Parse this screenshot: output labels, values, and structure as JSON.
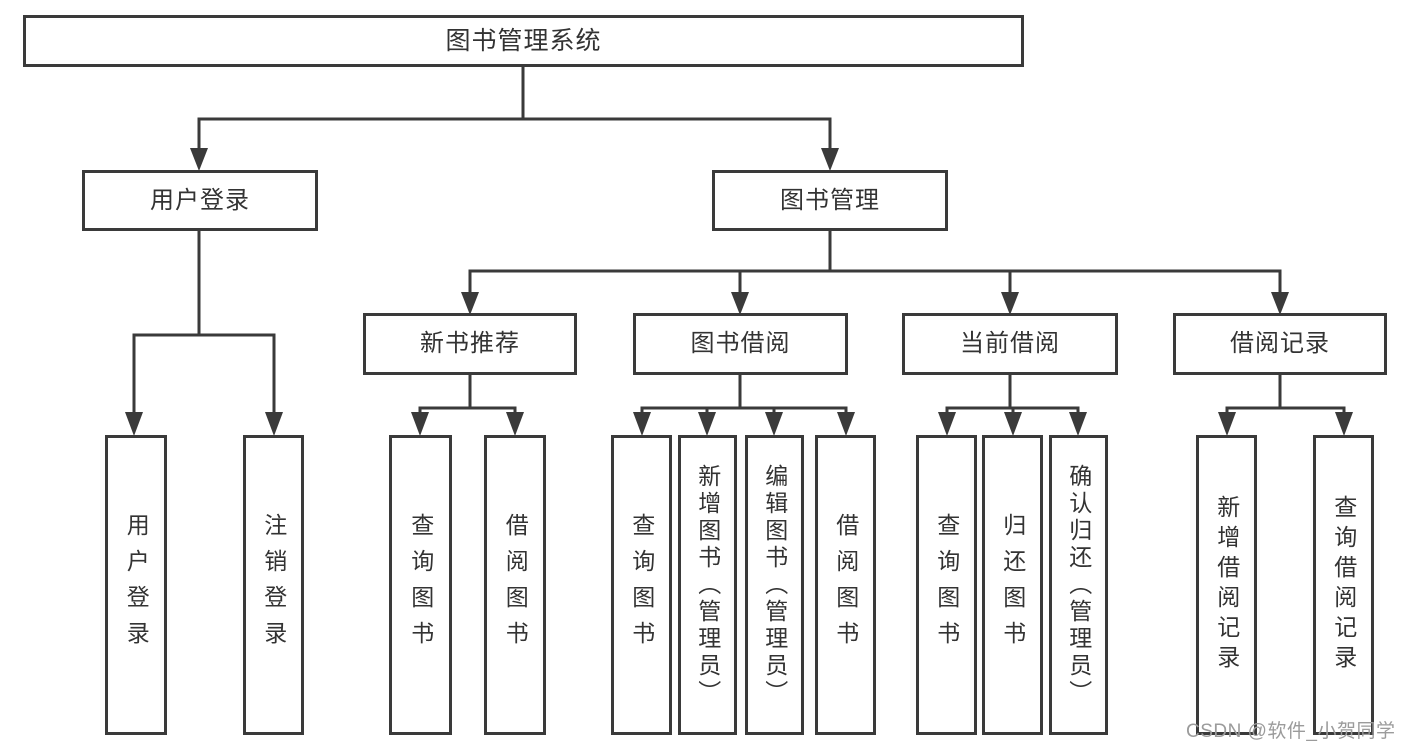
{
  "diagram": {
    "type": "hierarchy-tree",
    "colors": {
      "line": "#3a3a3a",
      "box_border": "#3a3a3a",
      "box_fill": "#ffffff",
      "text": "#333333",
      "watermark": "#9b9b9b",
      "background": "#ffffff"
    },
    "nodes": {
      "root": {
        "label": "图书管理系统"
      },
      "level2": [
        {
          "id": "user-login",
          "label": "用户登录"
        },
        {
          "id": "book-management",
          "label": "图书管理"
        }
      ],
      "level3": [
        {
          "id": "new-book-recommendation",
          "label": "新书推荐",
          "parent": "图书管理"
        },
        {
          "id": "book-borrowing",
          "label": "图书借阅",
          "parent": "图书管理"
        },
        {
          "id": "current-borrowing",
          "label": "当前借阅",
          "parent": "图书管理"
        },
        {
          "id": "borrowing-records",
          "label": "借阅记录",
          "parent": "图书管理"
        }
      ],
      "leaves": [
        {
          "id": "leaf-user-login",
          "label": "用户登录",
          "parent": "用户登录"
        },
        {
          "id": "leaf-logout",
          "label": "注销登录",
          "parent": "用户登录"
        },
        {
          "id": "leaf-query-books-recommend",
          "label": "查询图书",
          "parent": "新书推荐"
        },
        {
          "id": "leaf-borrow-books-recommend",
          "label": "借阅图书",
          "parent": "新书推荐"
        },
        {
          "id": "leaf-query-books-borrowing",
          "label": "查询图书",
          "parent": "图书借阅"
        },
        {
          "id": "leaf-add-books-admin",
          "label": "新增图书（管理员）",
          "parent": "图书借阅"
        },
        {
          "id": "leaf-edit-books-admin",
          "label": "编辑图书（管理员）",
          "parent": "图书借阅"
        },
        {
          "id": "leaf-borrow-books-borrowing",
          "label": "借阅图书",
          "parent": "图书借阅"
        },
        {
          "id": "leaf-query-books-current",
          "label": "查询图书",
          "parent": "当前借阅"
        },
        {
          "id": "leaf-return-books",
          "label": "归还图书",
          "parent": "当前借阅"
        },
        {
          "id": "leaf-confirm-return-admin",
          "label": "确认归还（管理员）",
          "parent": "当前借阅"
        },
        {
          "id": "leaf-add-borrow-record",
          "label": "新增借阅记录",
          "parent": "借阅记录"
        },
        {
          "id": "leaf-query-borrow-record",
          "label": "查询借阅记录",
          "parent": "借阅记录"
        }
      ]
    },
    "hierarchy": {
      "图书管理系统": {
        "用户登录": [
          "用户登录",
          "注销登录"
        ],
        "图书管理": {
          "新书推荐": [
            "查询图书",
            "借阅图书"
          ],
          "图书借阅": [
            "查询图书",
            "新增图书（管理员）",
            "编辑图书（管理员）",
            "借阅图书"
          ],
          "当前借阅": [
            "查询图书",
            "归还图书",
            "确认归还（管理员）"
          ],
          "借阅记录": [
            "新增借阅记录",
            "查询借阅记录"
          ]
        }
      }
    },
    "watermark": "CSDN @软件_小贺同学"
  }
}
